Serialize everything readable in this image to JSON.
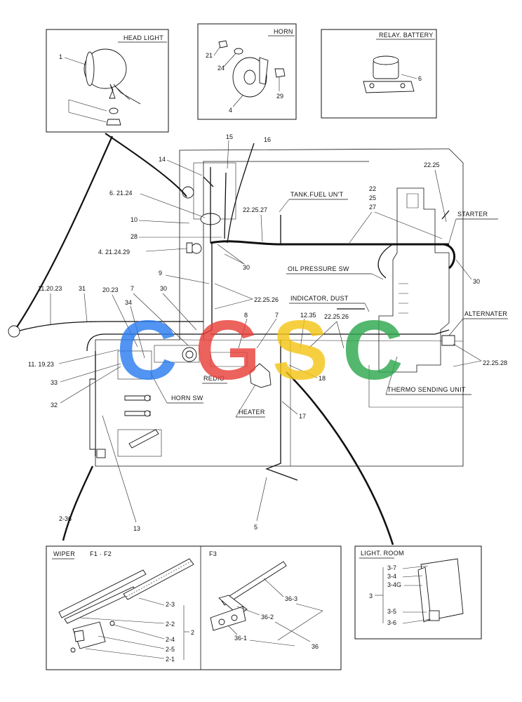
{
  "boxes": {
    "head_light": "HEAD LIGHT",
    "horn": "HORN",
    "relay_battery": "RELAY. BATTERY",
    "wiper": "WIPER",
    "wiper_variant": "F1 · F2",
    "f3": "F3",
    "light_room": "LIGHT. ROOM"
  },
  "components": {
    "tank_fuel_unit": "TANK.FUEL UN'T",
    "starter": "STARTER",
    "oil_pressure_sw": "OIL PRESSURE SW",
    "indicator_dust": "INDICATOR, DUST",
    "alternater": "ALTERNATER",
    "redio": "REDIO",
    "horn_sw": "HORN SW",
    "heater": "HEATER",
    "thermo_sending_unit": "THERMO SENDING UNIT"
  },
  "callouts": {
    "c1": "1",
    "c21": "21",
    "c24": "24",
    "c4": "4",
    "c29": "29",
    "c6": "6",
    "c15": "15",
    "c16": "16",
    "c14": "14",
    "c6_21_24": "6. 21.24",
    "c22_25_27": "22.25.27",
    "c22": "22",
    "c25": "25",
    "c27": "27",
    "c22_25": "22.25",
    "c10": "10",
    "c28": "28",
    "c4_21_24_29": "4. 21.24.29",
    "c30a": "30",
    "c30b": "30",
    "c30c": "30",
    "c9": "9",
    "c22_25_26a": "22.25.26",
    "c11_20_23": "11.20.23",
    "c31": "31",
    "c20_23": "20.23",
    "c7a": "7",
    "c34": "34",
    "c8": "8",
    "c7b": "7",
    "c12_35": "12.35",
    "c22_25_26b": "22.25.26",
    "c11_19_23": "11. 19.23",
    "c33": "33",
    "c32": "32",
    "c18": "18",
    "c17": "17",
    "c22_25_28": "22.25.28",
    "c13": "13",
    "c2_36": "2-36",
    "c5": "5"
  },
  "wiper_parts": [
    "2-3",
    "2-2",
    "2-4",
    "2-5",
    "2-1"
  ],
  "wiper_group": "2",
  "f3_parts": [
    "36-3",
    "36-2",
    "36-1"
  ],
  "f3_group": "36",
  "light_room_parts": [
    "3-7",
    "3-4",
    "3-4G",
    "3-5",
    "3-6"
  ],
  "light_room_group": "3",
  "watermark": {
    "letters": [
      "C",
      "G",
      "S",
      "C"
    ],
    "colors": [
      "#2b7df0",
      "#e8403a",
      "#f5c518",
      "#2fa84f"
    ]
  }
}
